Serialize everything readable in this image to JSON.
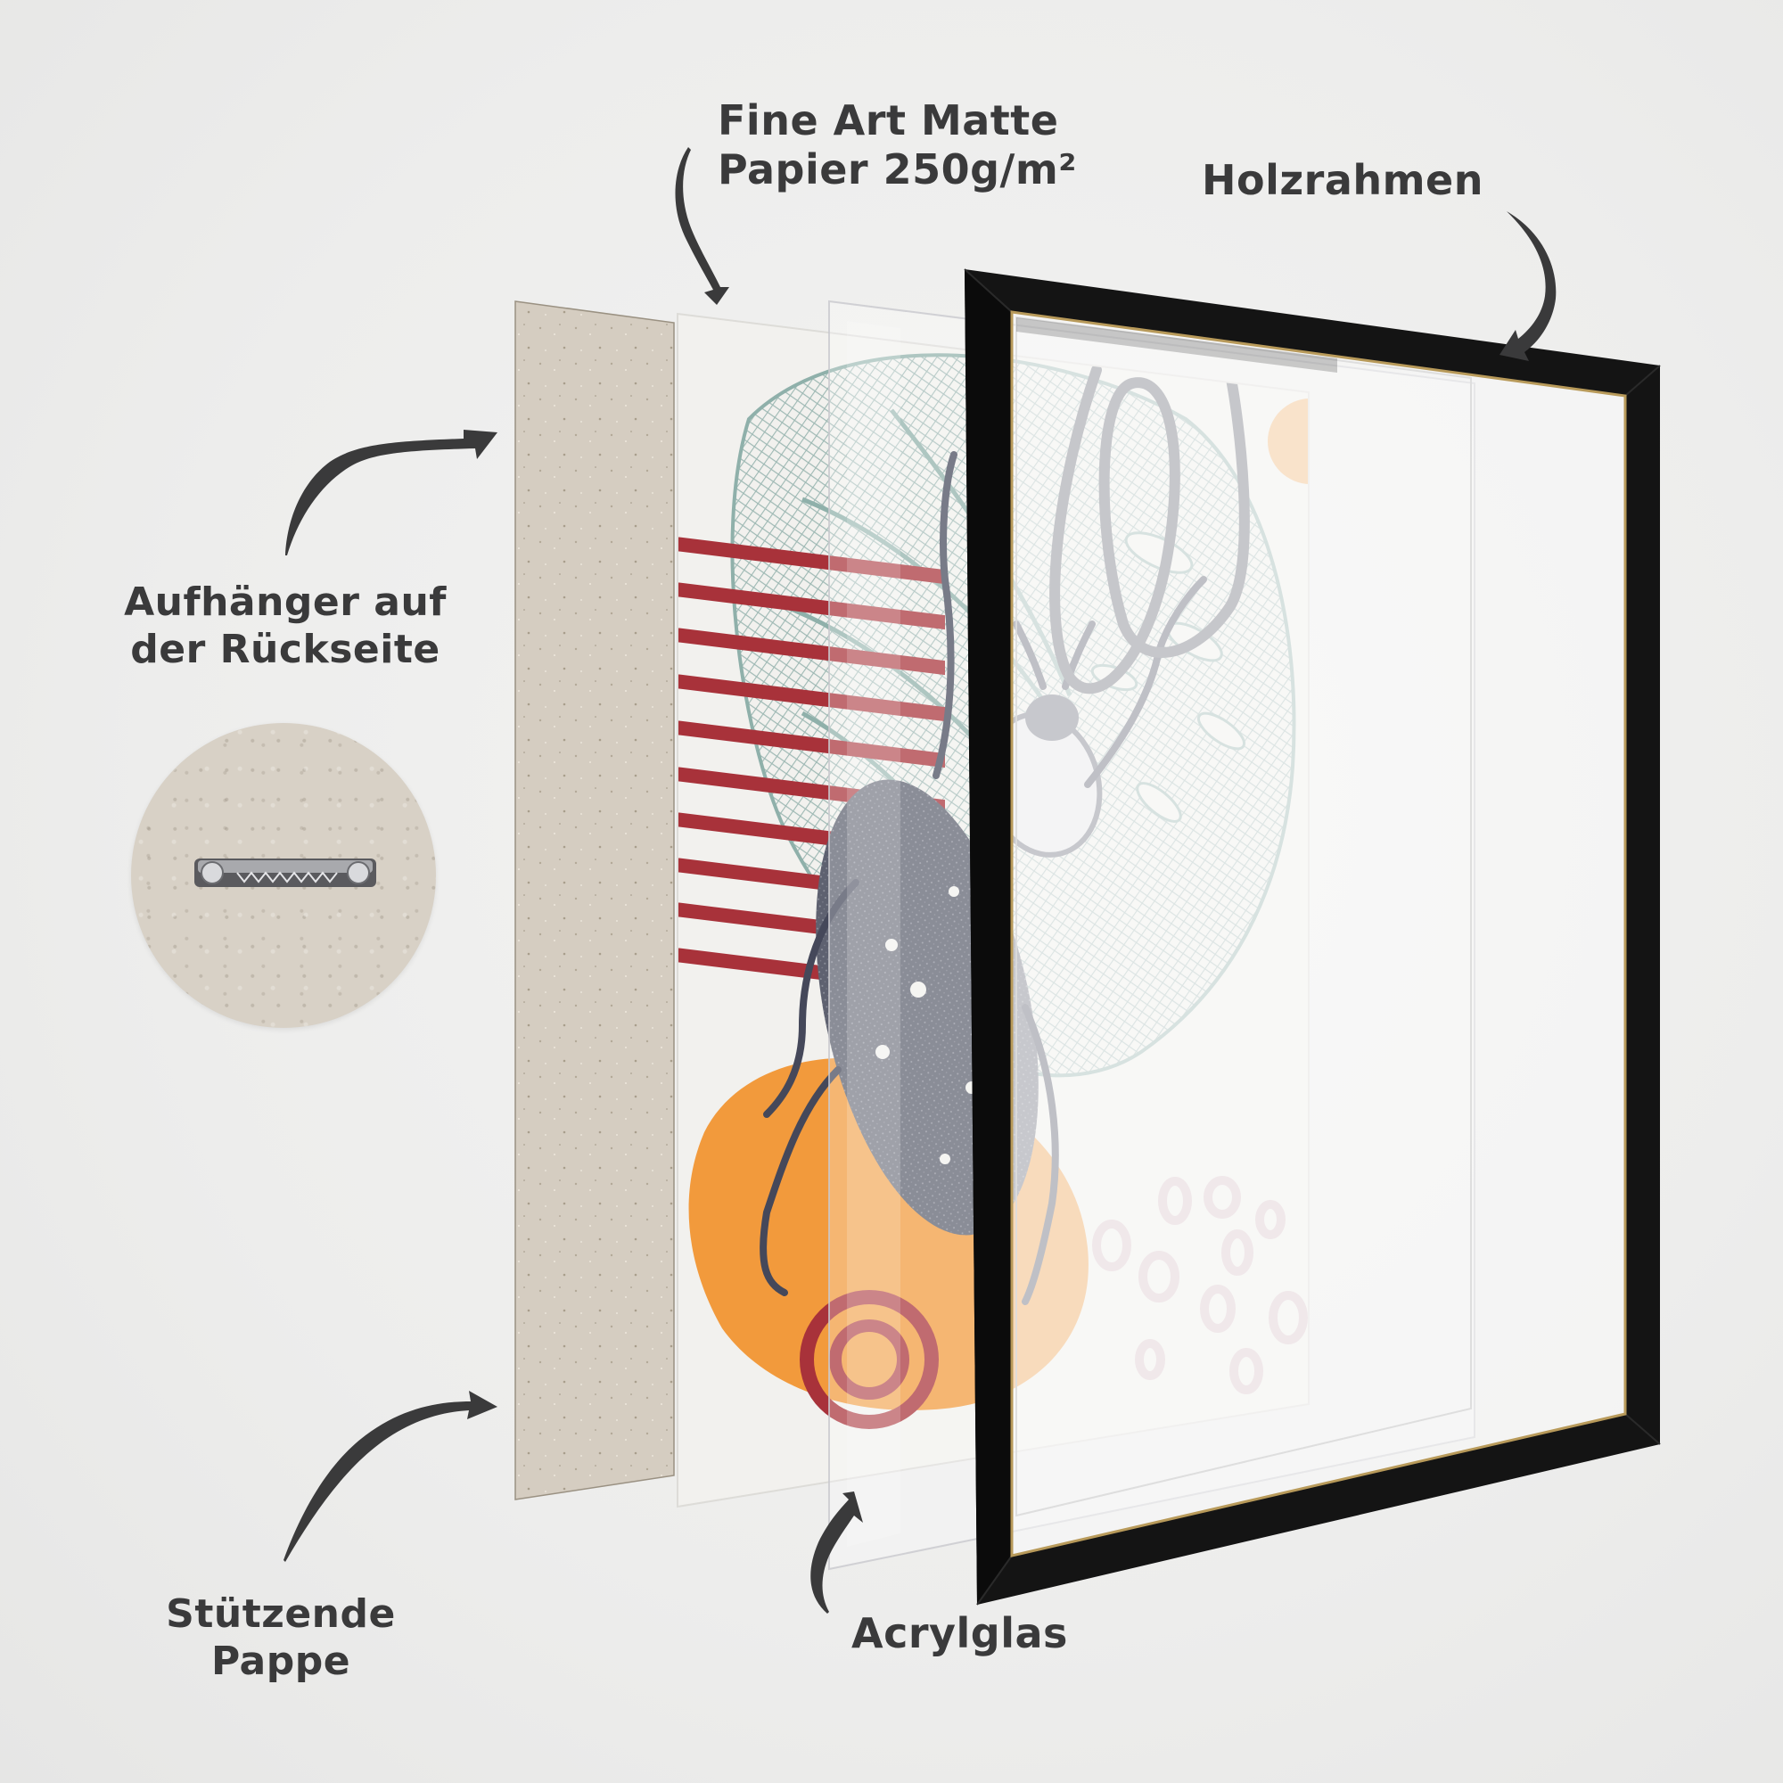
{
  "diagram": {
    "type": "exploded-view",
    "subject": "framed art print layers",
    "colors": {
      "background": "#eeeeed",
      "label_text": "#3a3a3b",
      "arrow": "#3a3a3b",
      "cardboard": "#d5cdc1",
      "paper": "#f2f1ee",
      "frame": "#141414",
      "frame_inner_edge": "#b89a5a",
      "leaf": "#9db8b3",
      "stripe_red": "#a8323a",
      "orange": "#f29a3c",
      "orange_light": "#f5c48f",
      "beetle": "#5e6170",
      "dots_pink": "#dcc3c8",
      "script_line": "#5a5d68"
    }
  },
  "labels": {
    "paper": {
      "lines": [
        "Fine Art Matte",
        "Papier 250g/m²"
      ]
    },
    "frame": {
      "lines": [
        "Holzrahmen"
      ]
    },
    "hanger": {
      "lines": [
        "Aufhänger auf",
        "der Rückseite"
      ]
    },
    "board": {
      "lines": [
        "Stützende",
        "Pappe"
      ]
    },
    "acrylic": {
      "lines": [
        "Acrylglas"
      ]
    }
  },
  "layers": [
    {
      "name": "Stützende Pappe",
      "order": 1
    },
    {
      "name": "Fine Art Matte Papier 250g/m²",
      "order": 2
    },
    {
      "name": "Acrylglas",
      "order": 3
    },
    {
      "name": "Holzrahmen",
      "order": 4
    }
  ],
  "callouts": {
    "hanger_detail": "sawtooth hanger on cardboard back"
  }
}
